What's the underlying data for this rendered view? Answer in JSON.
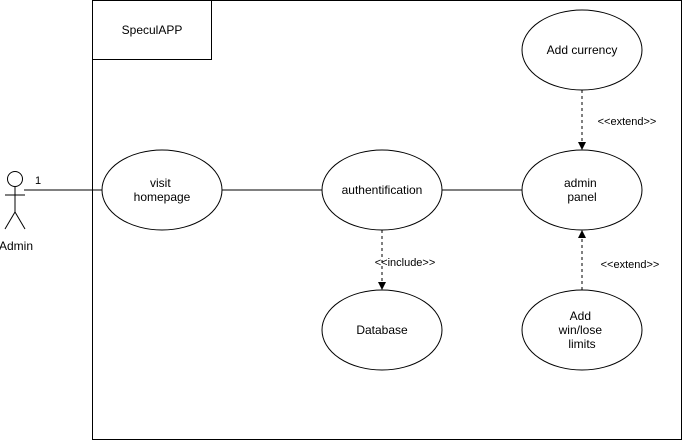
{
  "system": {
    "name": "SpeculAPP"
  },
  "actor": {
    "name": "Admin",
    "multiplicity": "1"
  },
  "use_cases": {
    "visit_homepage": [
      "visit",
      "homepage"
    ],
    "authentification": [
      "authentification"
    ],
    "database": [
      "Database"
    ],
    "admin_panel": [
      "admin",
      "panel"
    ],
    "add_currency": [
      "Add currency"
    ],
    "add_limits": [
      "Add",
      "win/lose",
      "limits"
    ]
  },
  "relations": {
    "include_label": "<<include>>",
    "extend_label_top": "<<extend>>",
    "extend_label_bottom": "<<extend>>"
  },
  "colors": {
    "stroke": "#000000",
    "fill": "#ffffff"
  }
}
